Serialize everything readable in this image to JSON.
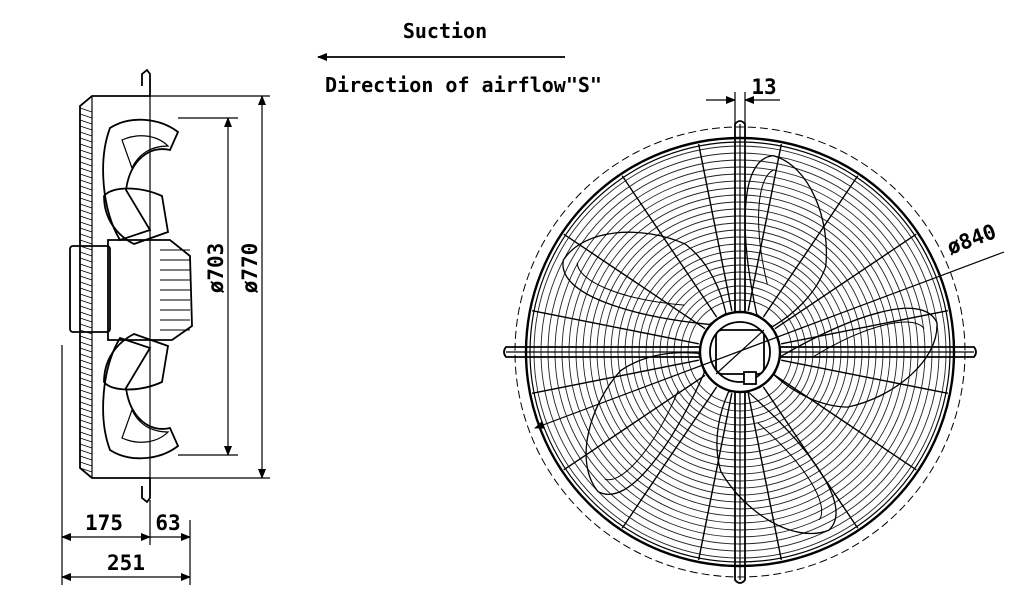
{
  "header": {
    "suction": "Suction",
    "airflow": "Direction of airflow\"S\""
  },
  "dimensions": {
    "d703": "ø703",
    "d770": "ø770",
    "d840": "ø840",
    "w13": "13",
    "w175": "175",
    "w63": "63",
    "w251": "251"
  },
  "style": {
    "line_color": "#000000",
    "background": "#ffffff"
  }
}
